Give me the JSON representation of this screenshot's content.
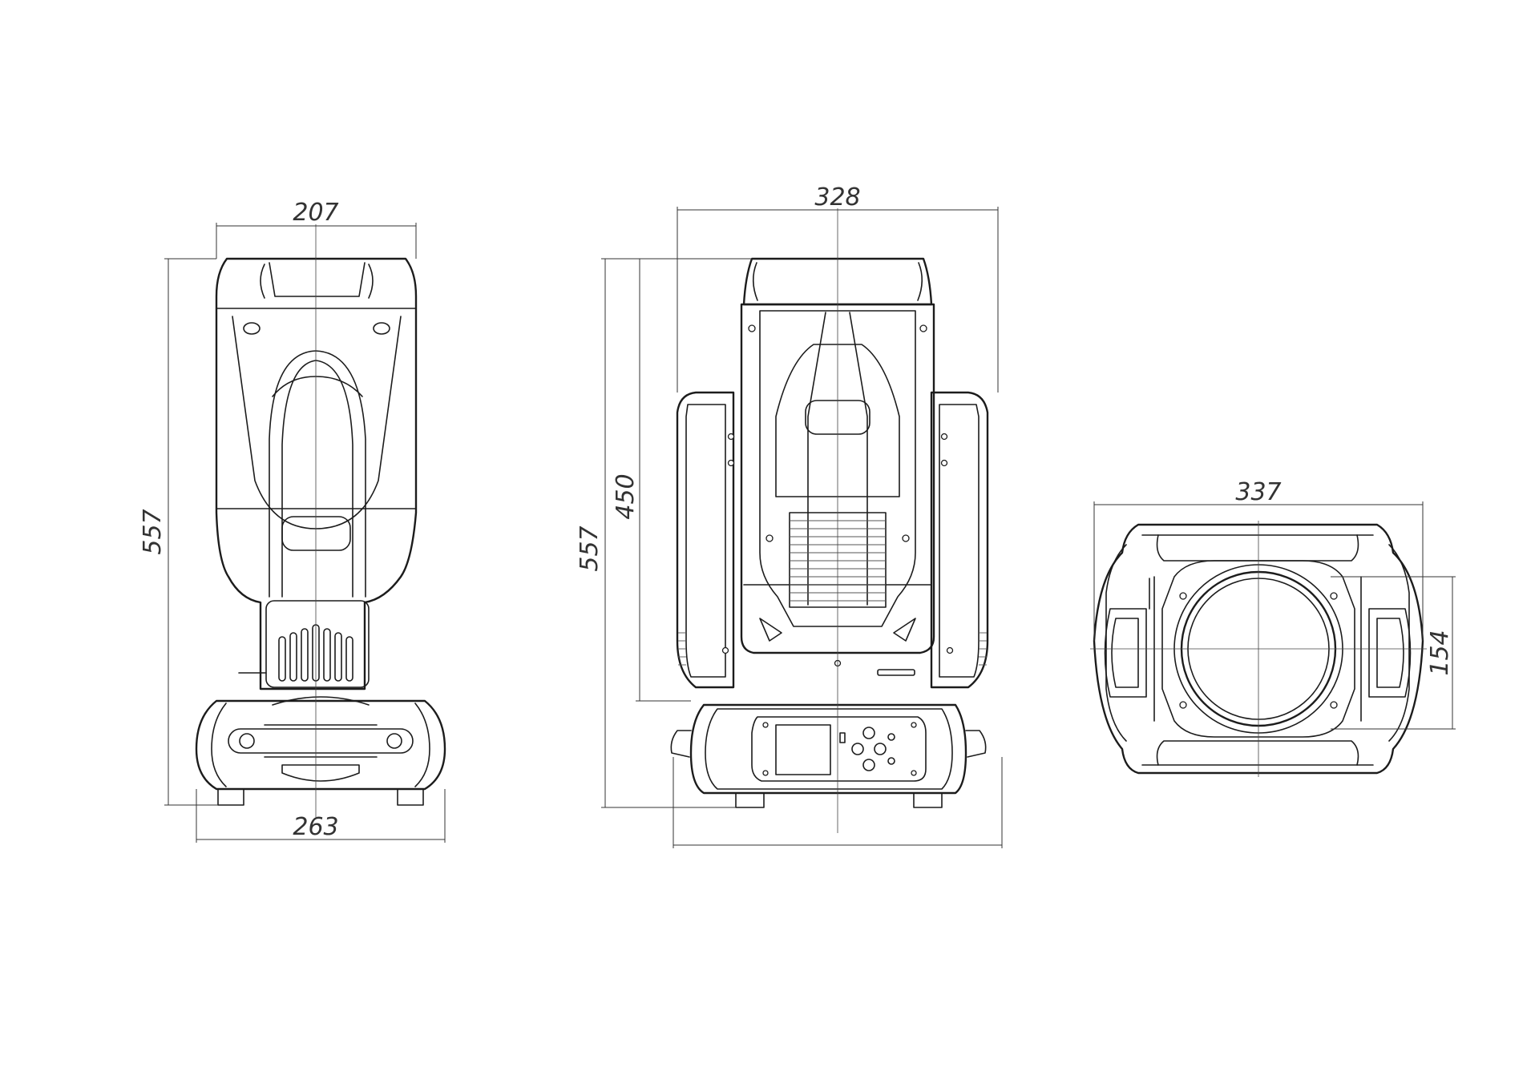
{
  "dimensions": {
    "side_top_width": "207",
    "side_base_width": "263",
    "side_height": "557",
    "front_width": "328",
    "front_head_height": "450",
    "front_height": "557",
    "bottom_width": "337",
    "bottom_lens_height": "154"
  }
}
